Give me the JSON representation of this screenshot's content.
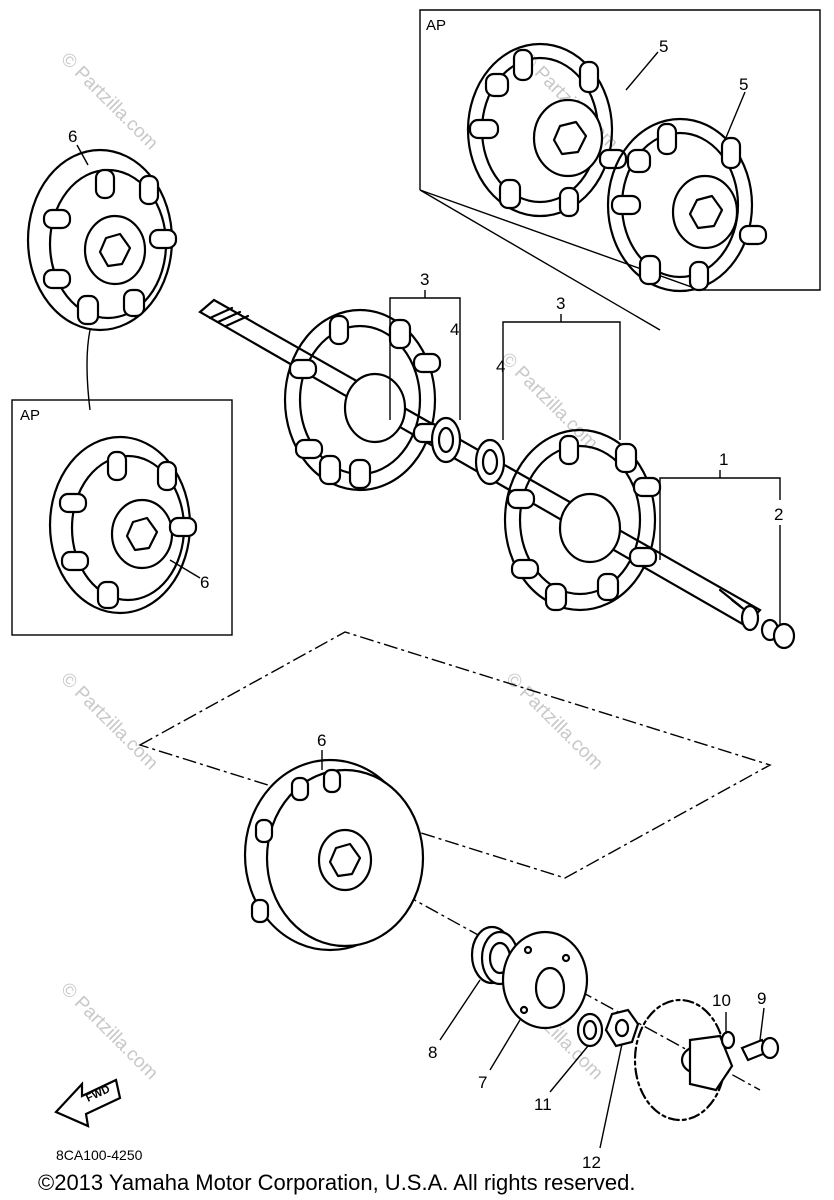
{
  "watermark": "© Partzilla.com",
  "inset_label": "AP",
  "callouts": {
    "c1": "1",
    "c2": "2",
    "c3a": "3",
    "c3b": "3",
    "c4a": "4",
    "c4b": "4",
    "c5a": "5",
    "c5b": "5",
    "c6a": "6",
    "c6b": "6",
    "c6c": "6",
    "c7": "7",
    "c8": "8",
    "c9": "9",
    "c10": "10",
    "c11": "11",
    "c12": "12"
  },
  "fwd_label": "FWD",
  "diagram_code": "8CA100-4250",
  "copyright": "©2013  Yamaha Motor Corporation, U.S.A. All rights reserved."
}
